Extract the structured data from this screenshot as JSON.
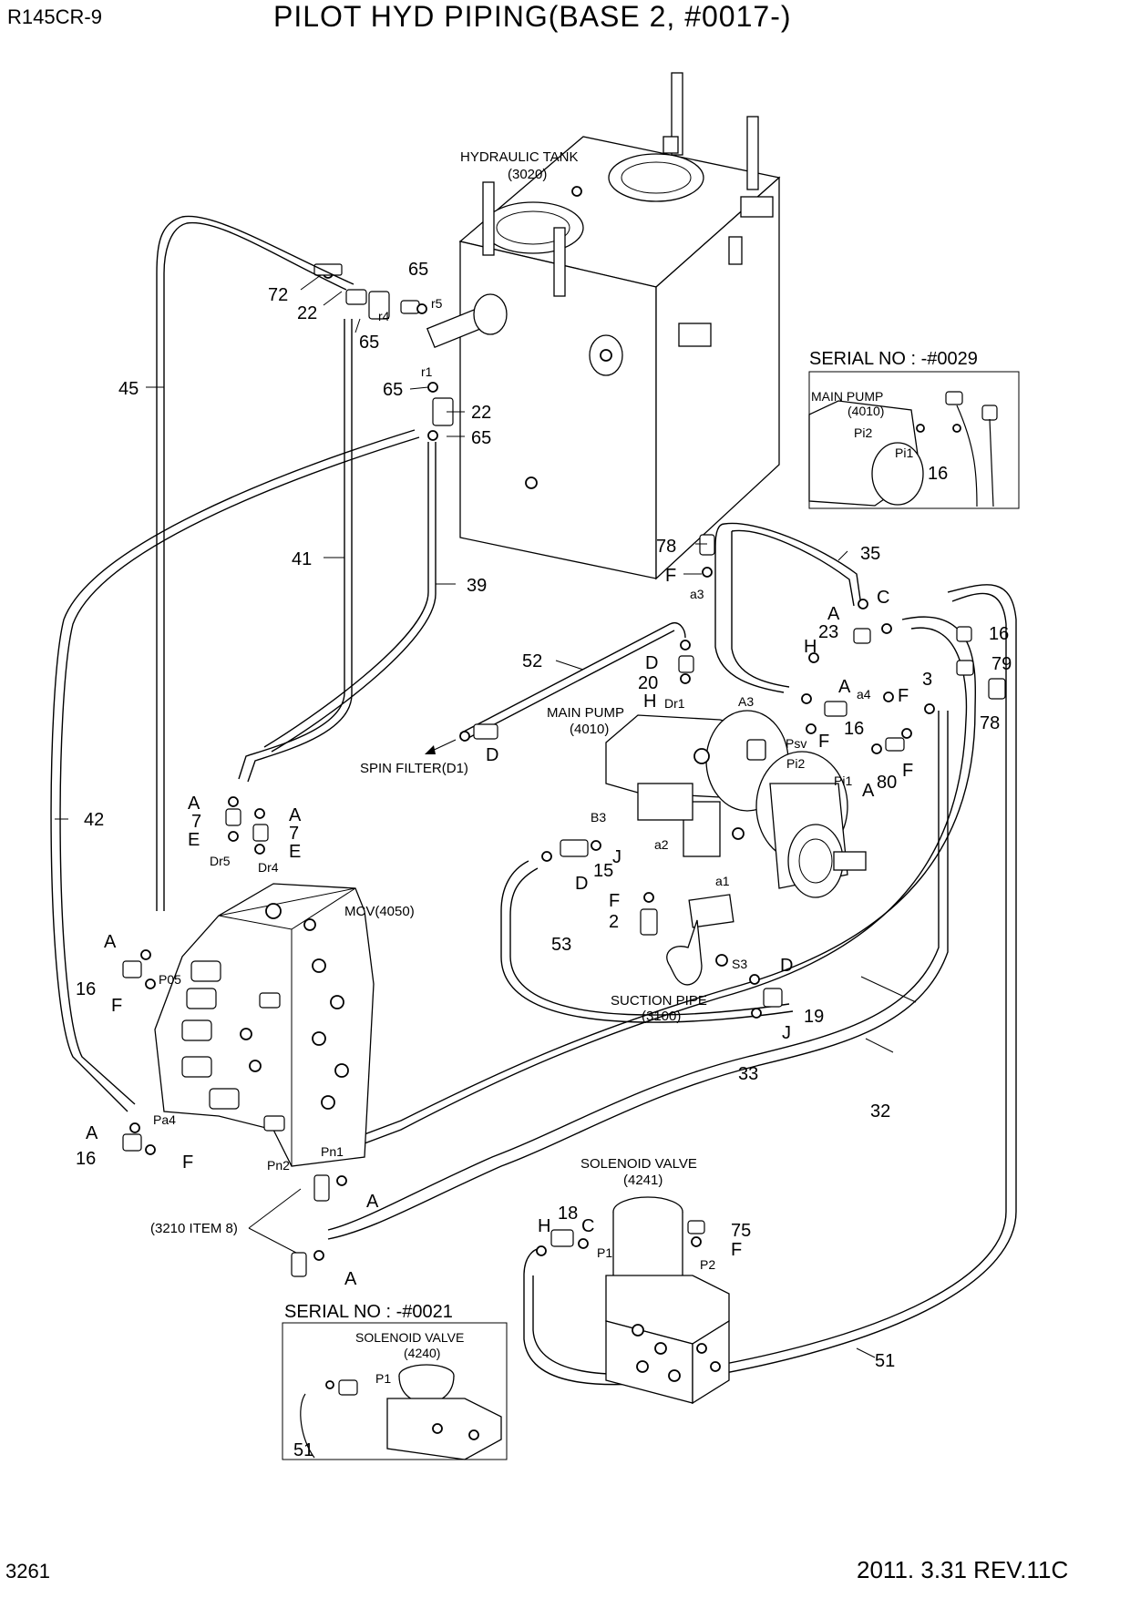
{
  "header": {
    "model": "R145CR-9",
    "title": "PILOT HYD PIPING(BASE 2, #0017-)"
  },
  "footer": {
    "page_number": "3261",
    "revision": "2011. 3.31  REV.11C"
  },
  "components": {
    "hydraulic_tank": {
      "name": "HYDRAULIC TANK",
      "code": "(3020)"
    },
    "main_pump": {
      "name": "MAIN PUMP",
      "code": "(4010)"
    },
    "mcv": {
      "name": "MCV(4050)"
    },
    "suction_pipe": {
      "name": "SUCTION PIPE",
      "code": "(3100)"
    },
    "solenoid_valve": {
      "name": "SOLENOID VALVE",
      "code": "(4241)"
    },
    "spin_filter": {
      "name": "SPIN FILTER(D1)"
    },
    "item_ref": {
      "name": "(3210 ITEM 8)"
    }
  },
  "insets": {
    "serial_0029": {
      "title": "SERIAL NO : -#0029",
      "name": "MAIN PUMP",
      "code": "(4010)",
      "ports": [
        "Pi2",
        "Pi1"
      ],
      "callout": "16"
    },
    "serial_0021": {
      "title": "SERIAL NO : -#0021",
      "name": "SOLENOID VALVE",
      "code": "(4240)",
      "port": "P1",
      "callout": "51"
    }
  },
  "port_labels": {
    "r5": "r5",
    "r4": "r4",
    "r1": "r1",
    "a3": "a3",
    "dr1": "Dr1",
    "big_a3": "A3",
    "a4": "a4",
    "psv": "Psv",
    "pi2": "Pi2",
    "pi1": "Pi1",
    "b3": "B3",
    "a2": "a2",
    "a1": "a1",
    "s3": "S3",
    "dr5": "Dr5",
    "dr4": "Dr4",
    "p05": "P05",
    "pa4": "Pa4",
    "pn2": "Pn2",
    "pn1": "Pn1",
    "p1": "P1",
    "p2": "P2"
  },
  "callouts": {
    "c72": "72",
    "c22a": "22",
    "c65a": "65",
    "c65b": "65",
    "c65c": "65",
    "c22b": "22",
    "c65d": "65",
    "c45": "45",
    "c41": "41",
    "c39": "39",
    "c42": "42",
    "c78a": "78",
    "fa": "F",
    "c35": "35",
    "cC1": "C",
    "aA1": "A",
    "c23": "23",
    "hH1": "H",
    "c16a": "16",
    "c79": "79",
    "c52": "52",
    "dD1": "D",
    "c20": "20",
    "hH2": "H",
    "aA2": "A",
    "fF2": "F",
    "c3": "3",
    "c78b": "78",
    "c16b": "16",
    "fF3": "F",
    "aA3": "A",
    "c80": "80",
    "fF4": "F",
    "dD2": "D",
    "aA4": "A",
    "c7a": "7",
    "eE1": "E",
    "aA5": "A",
    "c7b": "7",
    "eE2": "E",
    "jJ1": "J",
    "c15": "15",
    "dD3": "D",
    "fF5": "F",
    "c2": "2",
    "aA6": "A",
    "c16c": "16",
    "fF6": "F",
    "c53": "53",
    "dD4": "D",
    "c19": "19",
    "jJ2": "J",
    "c33": "33",
    "c32": "32",
    "aA7": "A",
    "c16d": "16",
    "fF7": "F",
    "aA8": "A",
    "aA9": "A",
    "hH3": "H",
    "c18": "18",
    "cC2": "C",
    "c75": "75",
    "fF8": "F",
    "c51": "51"
  }
}
